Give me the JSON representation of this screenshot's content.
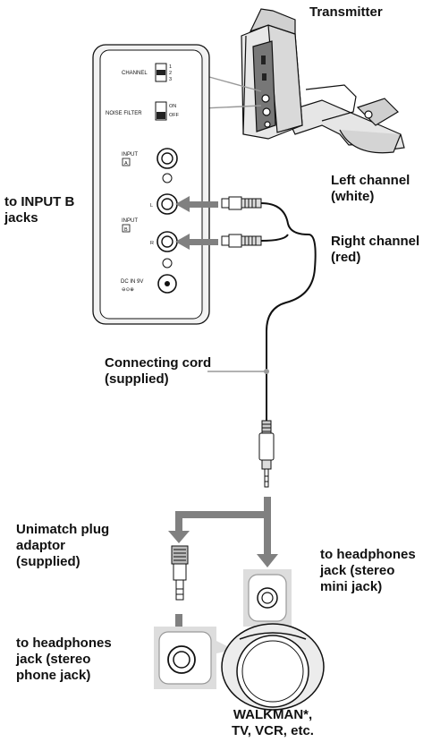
{
  "labels": {
    "transmitter": "Transmitter",
    "left_channel": "Left channel\n(white)",
    "right_channel": "Right channel\n(red)",
    "to_input_b": "to INPUT B\njacks",
    "connecting_cord": "Connecting cord\n(supplied)",
    "unimatch": "Unimatch plug\nadaptor\n(supplied)",
    "to_headphones_mini": "to headphones\njack (stereo\nmini jack)",
    "to_headphones_phone": "to headphones\njack (stereo\nphone jack)",
    "walkman": "WALKMAN*,\nTV, VCR, etc."
  },
  "panel": {
    "channel": "CHANNEL",
    "ch_opts": [
      "1",
      "2",
      "3"
    ],
    "noise_filter": "NOISE FILTER",
    "nf_opts": [
      "ON",
      "OFF"
    ],
    "input": "INPUT",
    "input_a": "A",
    "input_b": "B",
    "jack_l": "L",
    "jack_r": "R",
    "dc_in": "DC IN 9V",
    "polarity": "⊖⊙⊕"
  }
}
